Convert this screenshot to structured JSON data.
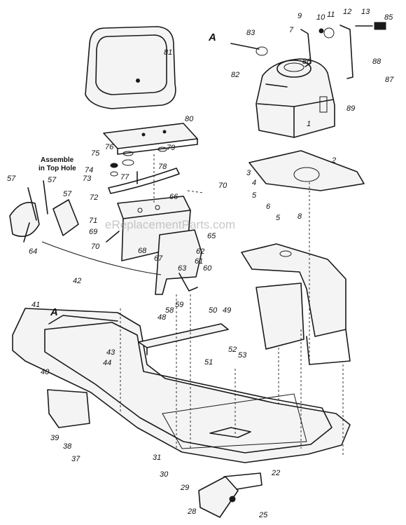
{
  "watermark": "eReplacementParts.com",
  "assembly_note": [
    "Assemble",
    "in Top Hole"
  ],
  "ref_marks": {
    "upper": "A",
    "lower": "A"
  },
  "callouts": [
    "1",
    "2",
    "3",
    "4",
    "5",
    "5",
    "6",
    "7",
    "8",
    "9",
    "10",
    "11",
    "12",
    "13",
    "22",
    "25",
    "28",
    "29",
    "30",
    "31",
    "37",
    "38",
    "39",
    "40",
    "41",
    "42",
    "43",
    "44",
    "48",
    "49",
    "50",
    "51",
    "52",
    "53",
    "57",
    "57",
    "57",
    "58",
    "59",
    "60",
    "61",
    "62",
    "63",
    "64",
    "65",
    "66",
    "67",
    "68",
    "69",
    "70",
    "70",
    "71",
    "72",
    "73",
    "74",
    "75",
    "76",
    "77",
    "78",
    "79",
    "80",
    "81",
    "82",
    "83",
    "85",
    "86",
    "87",
    "88",
    "89"
  ]
}
